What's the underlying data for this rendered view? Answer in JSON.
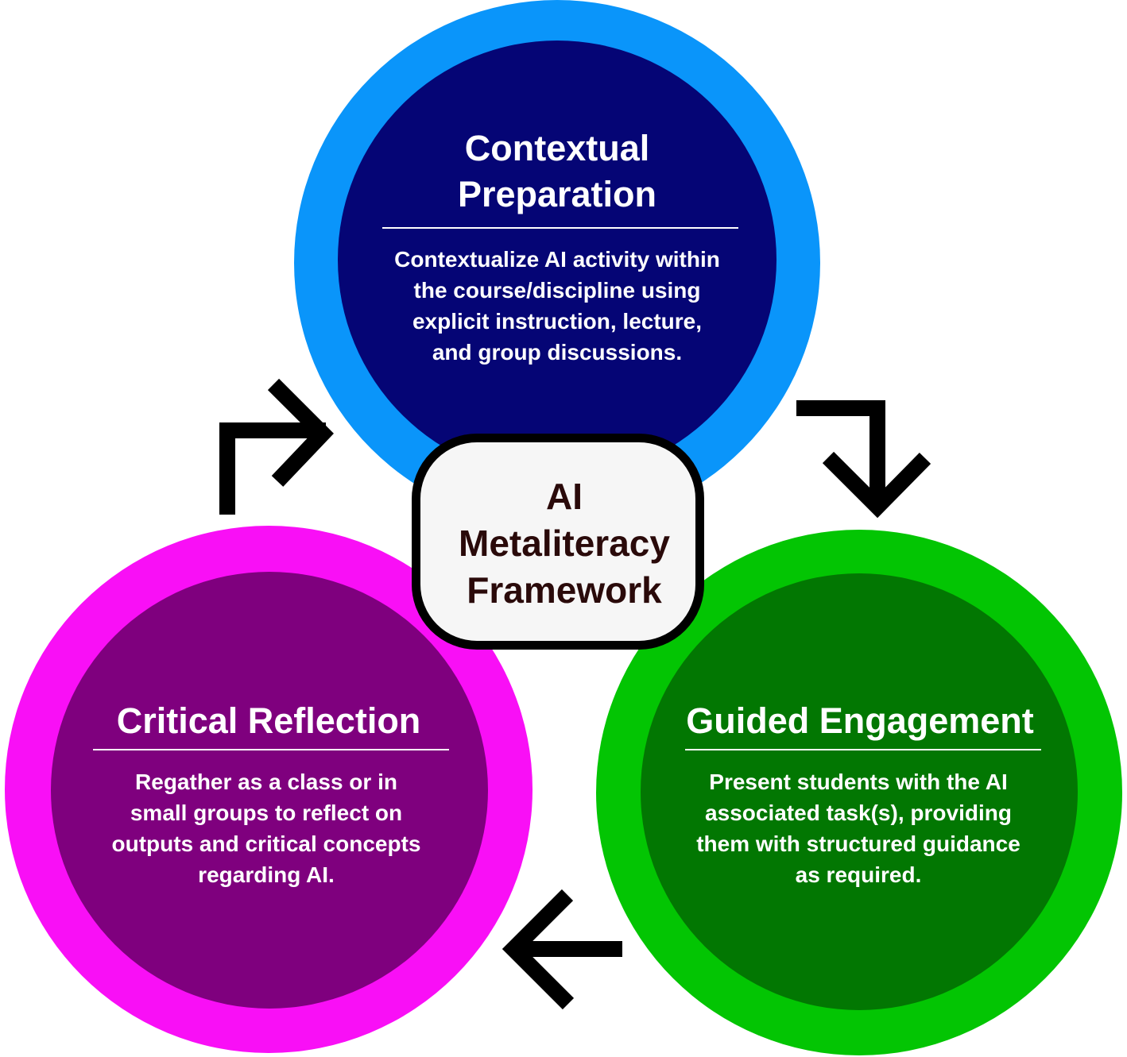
{
  "colors": {
    "top_ring": "#0a95fa",
    "top_inner": "#050575",
    "left_ring": "#f90ff6",
    "left_inner": "#7f007e",
    "right_ring": "#03c503",
    "right_inner": "#027702",
    "center_text": "#2a0a0a",
    "arrow": "#000000"
  },
  "center": {
    "lines": [
      "AI",
      "Metaliteracy",
      "Framework"
    ]
  },
  "top": {
    "title_lines": [
      "Contextual",
      "Preparation"
    ],
    "desc_lines": [
      "Contextualize AI activity within",
      "the course/discipline using",
      "explicit instruction, lecture,",
      "and group discussions."
    ]
  },
  "left": {
    "title_lines": [
      "Critical Reflection"
    ],
    "desc_lines": [
      "Regather as a class or in",
      "small groups to reflect on",
      "outputs and critical concepts",
      "regarding AI."
    ]
  },
  "right": {
    "title_lines": [
      "Guided Engagement"
    ],
    "desc_lines": [
      "Present students with the AI",
      "associated task(s), providing",
      "them with structured guidance",
      "as required."
    ]
  },
  "arrows": [
    {
      "name": "reflection-to-preparation-arrow",
      "direction": "up-then-right"
    },
    {
      "name": "preparation-to-engagement-arrow",
      "direction": "right-then-down"
    },
    {
      "name": "engagement-to-reflection-arrow",
      "direction": "left"
    }
  ]
}
